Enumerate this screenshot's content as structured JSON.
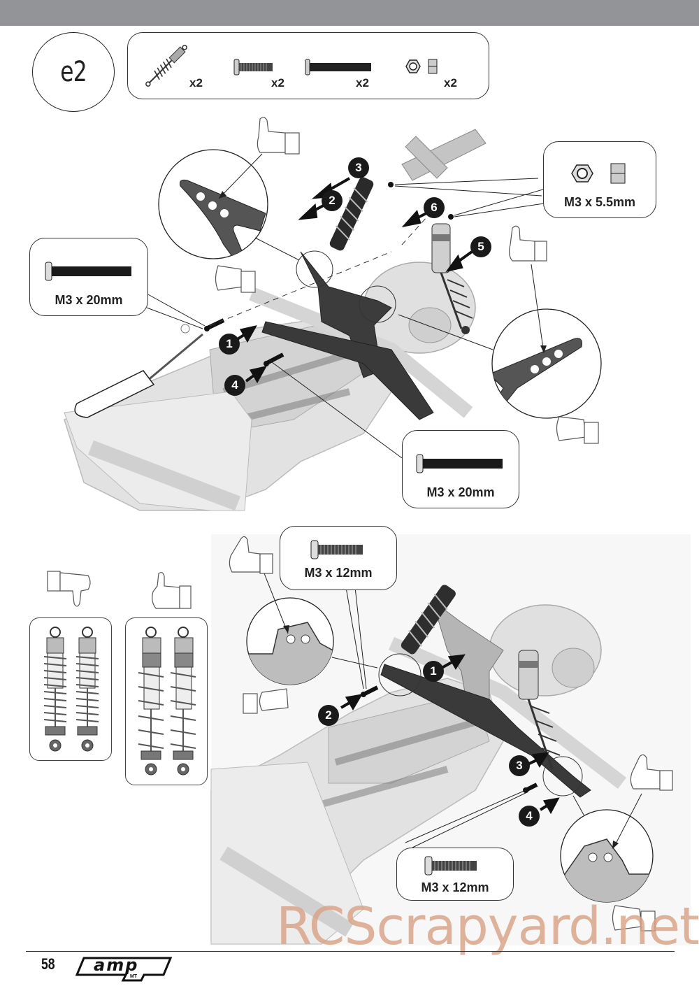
{
  "header": {
    "bar_color": "#939498"
  },
  "step": {
    "label": "e2"
  },
  "parts_list": {
    "items": [
      {
        "icon": "shock-absorber-icon",
        "qty": "x2"
      },
      {
        "icon": "screw-m3x12-icon",
        "qty": "x2"
      },
      {
        "icon": "screw-m3x20-icon",
        "qty": "x2"
      },
      {
        "icon": "lock-nut-icon",
        "qty": "x2"
      }
    ]
  },
  "upper_diagram": {
    "callouts": [
      {
        "name": "nut-callout",
        "label": "M3 x 5.5mm"
      },
      {
        "name": "screw-left-callout",
        "label": "M3 x 20mm"
      },
      {
        "name": "screw-bottom-callout",
        "label": "M3 x 20mm"
      }
    ],
    "steps": [
      "1",
      "2",
      "3",
      "4",
      "5",
      "6"
    ]
  },
  "shock_comparison": {
    "wrong": {
      "icon": "thumbs-down-icon"
    },
    "right": {
      "icon": "thumbs-up-icon"
    }
  },
  "lower_diagram": {
    "callouts": [
      {
        "name": "screw-top-callout",
        "label": "M3 x 12mm"
      },
      {
        "name": "screw-bottom-callout",
        "label": "M3 x 12mm"
      }
    ],
    "steps": [
      "1",
      "2",
      "3",
      "4"
    ]
  },
  "footer": {
    "page_number": "58",
    "logo_text": "amp",
    "logo_sub": "MT"
  },
  "watermark": {
    "text": "RCScrapyard.net",
    "color": "#d9a184"
  }
}
